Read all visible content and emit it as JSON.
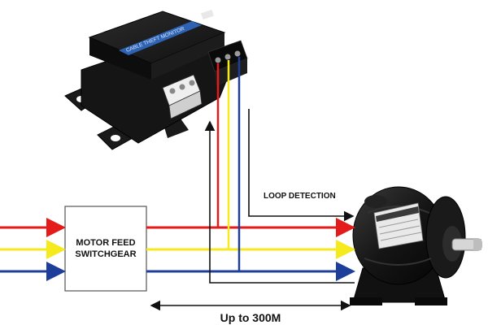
{
  "labels": {
    "switchgear_line1": "MOTOR FEED",
    "switchgear_line2": "SWITCHGEAR",
    "loop_detection": "LOOP DETECTION",
    "distance": "Up to 300M"
  },
  "device": {
    "name": "CABLE THEFT MONITOR"
  },
  "colors": {
    "phase_red": "#e31b1b",
    "phase_yellow": "#f5ea1d",
    "phase_blue": "#1d3f99",
    "loop_wire": "#111111"
  }
}
